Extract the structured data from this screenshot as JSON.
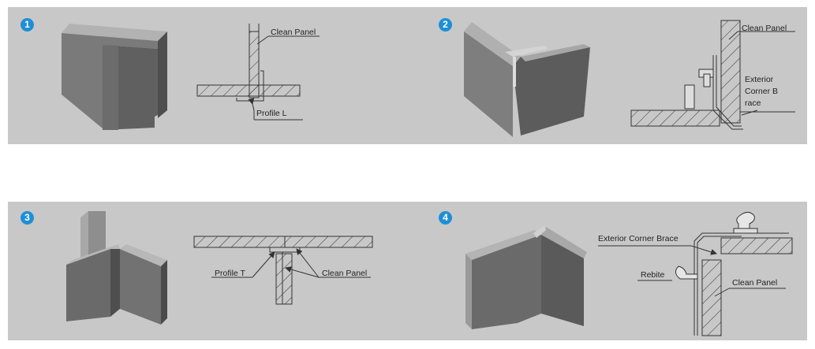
{
  "colors": {
    "band": "#c8c8c8",
    "badge": "#1e8fd6",
    "line": "#333333"
  },
  "panels": [
    {
      "number": "1",
      "labels": {
        "clean_panel": "Clean Panel",
        "profile": "Profile L"
      }
    },
    {
      "number": "2",
      "labels": {
        "clean_panel": "Clean Panel",
        "brace_line1": "Exterior",
        "brace_line2": "Corner B",
        "brace_line3": "race"
      }
    },
    {
      "number": "3",
      "labels": {
        "profile": "Profile T",
        "clean_panel": "Clean Panel"
      }
    },
    {
      "number": "4",
      "labels": {
        "brace": "Exterior Corner Brace",
        "rebite": "Rebite",
        "clean_panel": "Clean Panel"
      }
    }
  ]
}
